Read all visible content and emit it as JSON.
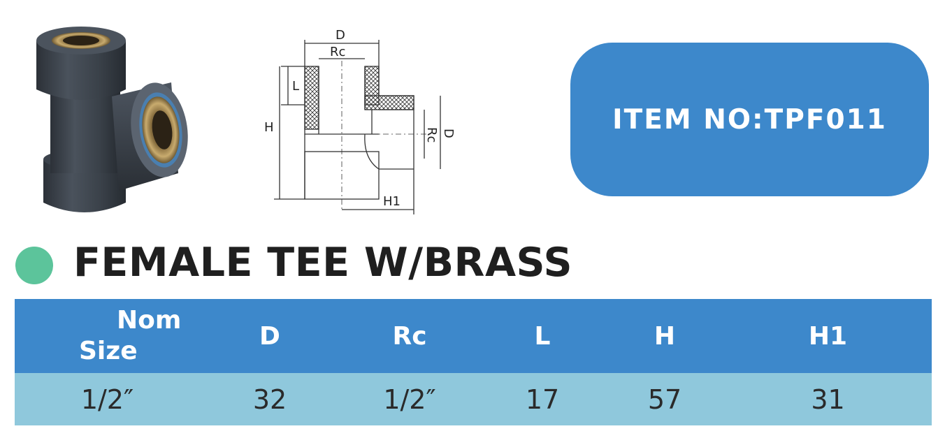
{
  "item_box": {
    "text": "ITEM NO:TPF011",
    "color": "#3d88cb"
  },
  "title": {
    "text": "FEMALE TEE W/BRASS",
    "dot_color": "#5cc49b"
  },
  "drawing": {
    "labels": {
      "D_top": "D",
      "Rc_top": "Rc",
      "L": "L",
      "H": "H",
      "Rc_side": "Rc",
      "D_side": "D",
      "H1": "H1"
    }
  },
  "table": {
    "header_color": "#3d88cb",
    "row_color": "#8fc8dc",
    "headers": {
      "nom_line1": "Nom",
      "nom_line2": "Size",
      "d": "D",
      "rc": "Rc",
      "l": "L",
      "h": "H",
      "h1": "H1"
    },
    "rows": [
      {
        "nom": "1/2″",
        "d": "32",
        "rc": "1/2″",
        "l": "17",
        "h": "57",
        "h1": "31"
      }
    ]
  }
}
